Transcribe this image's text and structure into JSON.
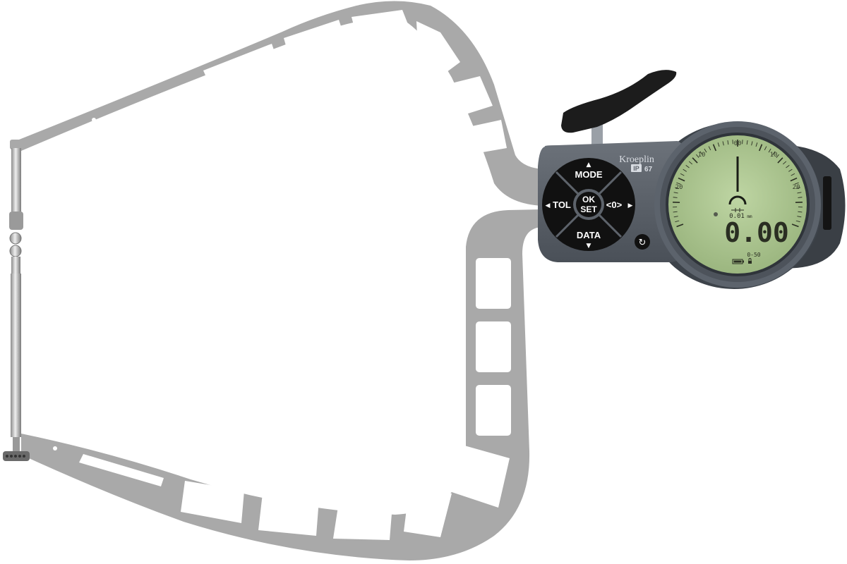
{
  "device": {
    "brand": "Kroeplin",
    "ip_rating_prefix": "IP",
    "ip_rating_value": "67"
  },
  "keypad": {
    "up_label": "MODE",
    "down_label": "DATA",
    "left_label": "TOL",
    "right_label": "<0>",
    "center_line1": "OK",
    "center_line2": "SET"
  },
  "display": {
    "reading": "0.00",
    "resolution_label": "0.01",
    "resolution_unit": "mm",
    "range_label": "0-50",
    "scale_top": "00",
    "scale_left_upper": "10",
    "scale_right_upper": "10",
    "scale_left_lower": "20",
    "scale_right_lower": "20"
  },
  "colors": {
    "frame": "#a9a9a9",
    "housing": "#5d636b",
    "keypad": "#111111",
    "lcd_background": "#a7c08a",
    "lever": "#1c1c1c"
  }
}
